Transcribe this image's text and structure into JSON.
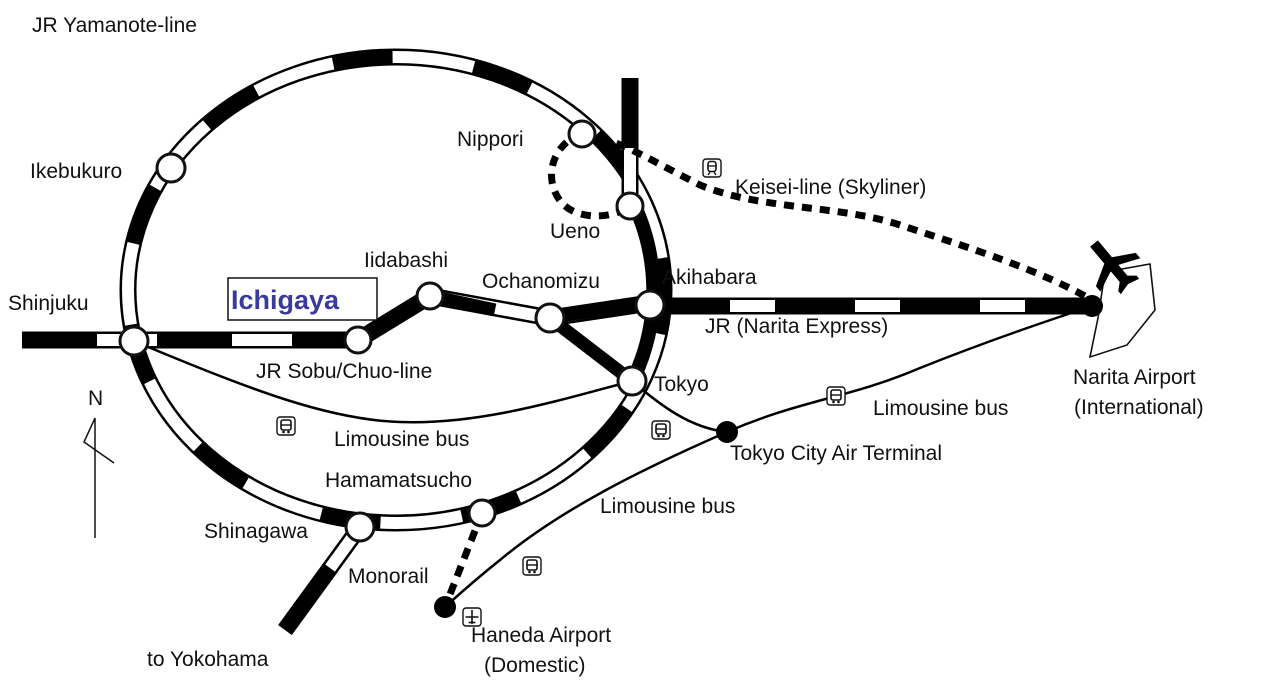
{
  "title": "JR Yamanote-line",
  "colors": {
    "ink": "#000000",
    "highlight": "#3a3a9c",
    "background": "#ffffff"
  },
  "stations": {
    "ikebukuro": "Ikebukuro",
    "nippori": "Nippori",
    "ueno": "Ueno",
    "akihabara": "Akihabara",
    "ochanomizu": "Ochanomizu",
    "iidabashi": "Iidabashi",
    "ichigaya": "Ichigaya",
    "shinjuku": "Shinjuku",
    "tokyo": "Tokyo",
    "hamamatsucho": "Hamamatsucho",
    "shinagawa": "Shinagawa"
  },
  "lines": {
    "sobu_chuo": "JR Sobu/Chuo-line",
    "keisei": "Keisei-line (Skyliner)",
    "narita_express": "JR (Narita Express)",
    "monorail": "Monorail",
    "to_yokohama": "to Yokohama"
  },
  "bus_labels": {
    "left": "Limousine bus",
    "right": "Limousine bus",
    "lower": "Limousine bus"
  },
  "places": {
    "tcat": "Tokyo City Air Terminal",
    "narita_line1": "Narita Airport",
    "narita_line2": "(International)",
    "haneda_line1": "Haneda Airport",
    "haneda_line2": "(Domestic)"
  },
  "compass": "N",
  "icons": {
    "train": "train-icon",
    "bus": "bus-icon",
    "airport": "airport-icon",
    "airplane": "airplane-icon"
  }
}
